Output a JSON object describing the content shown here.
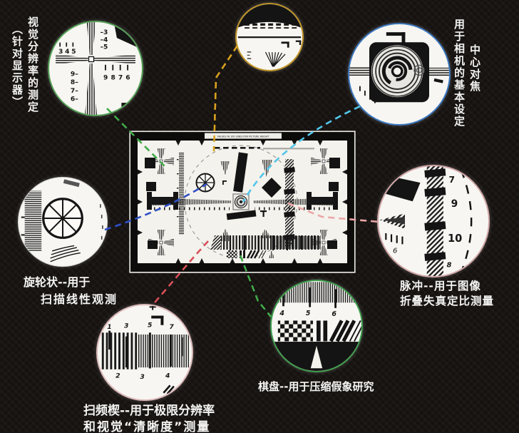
{
  "chart": {
    "top_note": "VALUES IN 100 LINES PER PICTURE HEIGHT"
  },
  "labels": {
    "top_left": {
      "col_main": "视觉分辨率的测定",
      "col_paren": "（针对显示器）"
    },
    "top_right": {
      "col_focus": "中心对焦",
      "col_main": "用于相机的基本设定"
    },
    "wheel": {
      "line1": "旋轮状--用于",
      "line2": "扫描线性观测"
    },
    "pulse": {
      "line1": "脉冲--用于图像",
      "line2": "折叠失真定比测量"
    },
    "sweep": {
      "line1": "扫频楔--用于极限分辨率",
      "line2": "和视觉“清晰度”测量"
    },
    "checker": {
      "line1": "棋盘--用于压缩假象研究"
    }
  },
  "callouts": {
    "cross": {
      "ring": "#55a057",
      "nums_tl": [
        "3",
        "4",
        "5"
      ],
      "nums_tr": [
        "–3",
        "–4",
        "–5"
      ],
      "nums_bl": [
        "9–",
        "8–",
        "7–",
        "6–"
      ],
      "nums_br": [
        "9",
        "8",
        "7",
        "6"
      ]
    },
    "edge": {
      "ring": "#bf9428"
    },
    "focus": {
      "ring": "#3b76bd"
    },
    "wheel": {
      "ring": "#d6d6d4"
    },
    "pulse": {
      "ring": "#cfa6a6",
      "nums": [
        "7",
        "9",
        "10",
        "8"
      ],
      "tick_num": "6"
    },
    "sweep": {
      "ring": "#dcb9b9",
      "nums_top": [
        "1",
        "3",
        "5",
        "7"
      ],
      "nums_bottom": [
        "2",
        "3",
        "4"
      ]
    },
    "checker": {
      "ring": "#3f9e4d",
      "nums": [
        "4",
        "5",
        "6"
      ]
    }
  },
  "connectors": {
    "cross": {
      "color": "#3faa4a"
    },
    "edge": {
      "color": "#d9a11e"
    },
    "focus": {
      "color": "#52c5ea"
    },
    "wheel": {
      "color": "#2e4fc5"
    },
    "pulse": {
      "color": "#eba6a6"
    },
    "sweep": {
      "color": "#d85058"
    },
    "checker": {
      "color": "#3faa4a"
    }
  }
}
